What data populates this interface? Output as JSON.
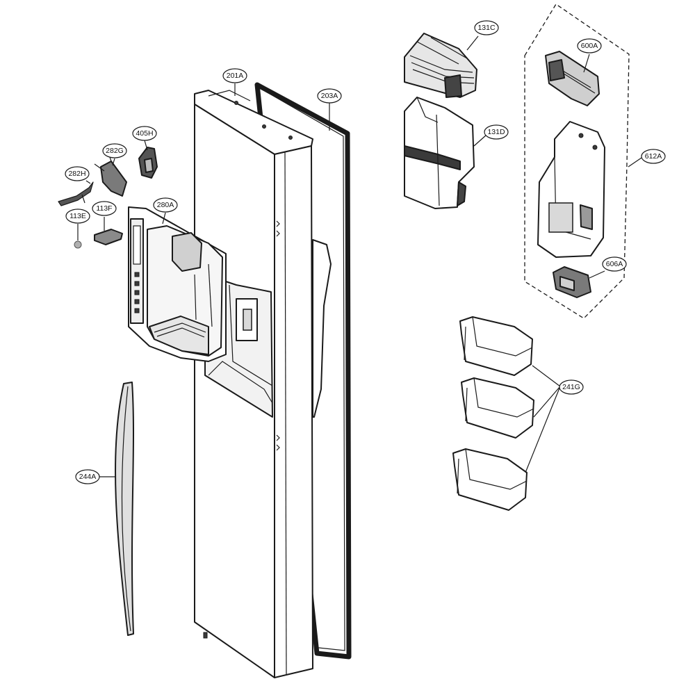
{
  "callouts": {
    "c201A": "201A",
    "c203A": "203A",
    "c131C": "131C",
    "c131D": "131D",
    "c600A": "600A",
    "c612A": "612A",
    "c606A": "606A",
    "c405H": "405H",
    "c282G": "282G",
    "c282H": "282H",
    "c280A": "280A",
    "c113E": "113E",
    "c113F": "113F",
    "c241G": "241G",
    "c244A": "244A"
  }
}
